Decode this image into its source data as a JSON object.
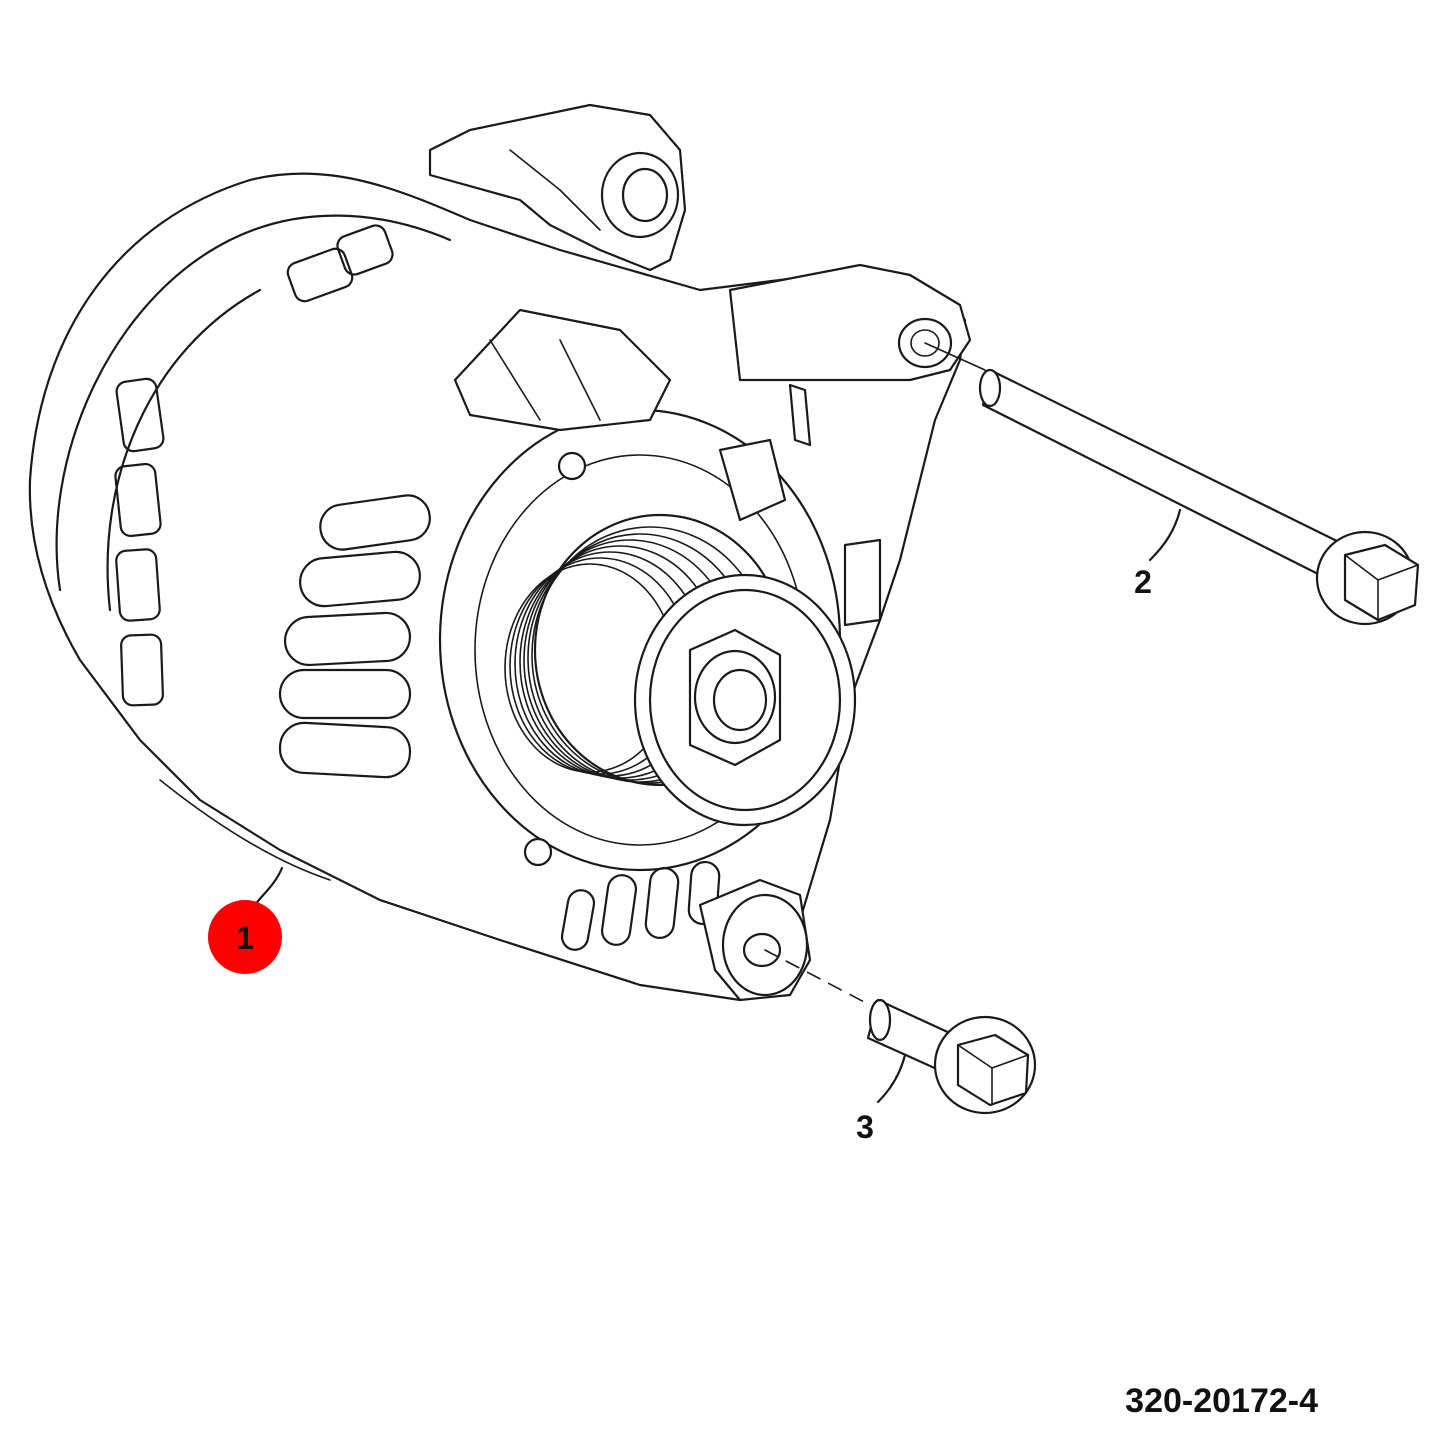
{
  "diagram": {
    "part_number": "320-20172-4",
    "callouts": [
      {
        "id": "1",
        "label": "1",
        "highlighted": true,
        "color": "#ff0000"
      },
      {
        "id": "2",
        "label": "2",
        "highlighted": false
      },
      {
        "id": "3",
        "label": "3",
        "highlighted": false
      }
    ]
  }
}
